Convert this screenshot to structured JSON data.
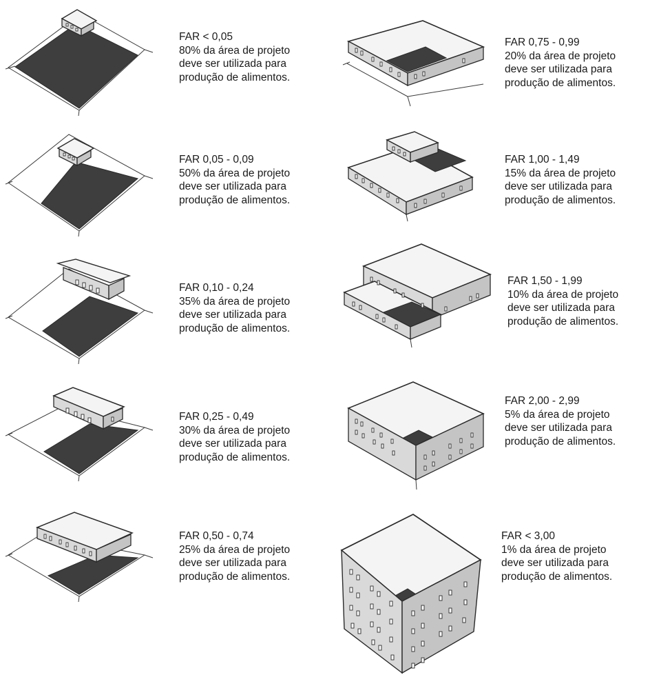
{
  "panels": [
    {
      "far": "FAR < 0,05",
      "percent": "80% da área de projeto",
      "line2": "deve ser utilizada para",
      "line3": "produção de alimentos."
    },
    {
      "far": "FAR 0,05 - 0,09",
      "percent": "50% da área de projeto",
      "line2": "deve ser utilizada para",
      "line3": "produção de alimentos."
    },
    {
      "far": "FAR 0,10 - 0,24",
      "percent": "35% da área de projeto",
      "line2": "deve ser utilizada para",
      "line3": "produção de alimentos."
    },
    {
      "far": "FAR 0,25 - 0,49",
      "percent": "30% da área de projeto",
      "line2": "deve ser utilizada para",
      "line3": "produção de alimentos."
    },
    {
      "far": "FAR 0,50 - 0,74",
      "percent": "25% da área de projeto",
      "line2": "deve ser utilizada para",
      "line3": "produção de alimentos."
    },
    {
      "far": "FAR 0,75 - 0,99",
      "percent": "20% da área de projeto",
      "line2": "deve ser utilizada para",
      "line3": "produção de alimentos."
    },
    {
      "far": "FAR 1,00 - 1,49",
      "percent": "15% da área de projeto",
      "line2": "deve ser utilizada para",
      "line3": "produção de alimentos."
    },
    {
      "far": "FAR 1,50 - 1,99",
      "percent": "10% da área de projeto",
      "line2": "deve ser utilizada para",
      "line3": "produção de alimentos."
    },
    {
      "far": "FAR 2,00 - 2,99",
      "percent": "5% da área de projeto",
      "line2": "deve ser utilizada para",
      "line3": "produção de alimentos."
    },
    {
      "far": "FAR < 3,00",
      "percent": "1% da área de projeto",
      "line2": "deve ser utilizada para",
      "line3": "produção de alimentos."
    }
  ],
  "colors": {
    "food_area": "#3e3e3e",
    "roof": "#f4f4f4",
    "wall_left": "#d9d9d9",
    "wall_right": "#c4c4c4",
    "line": "#2a2a2a"
  }
}
